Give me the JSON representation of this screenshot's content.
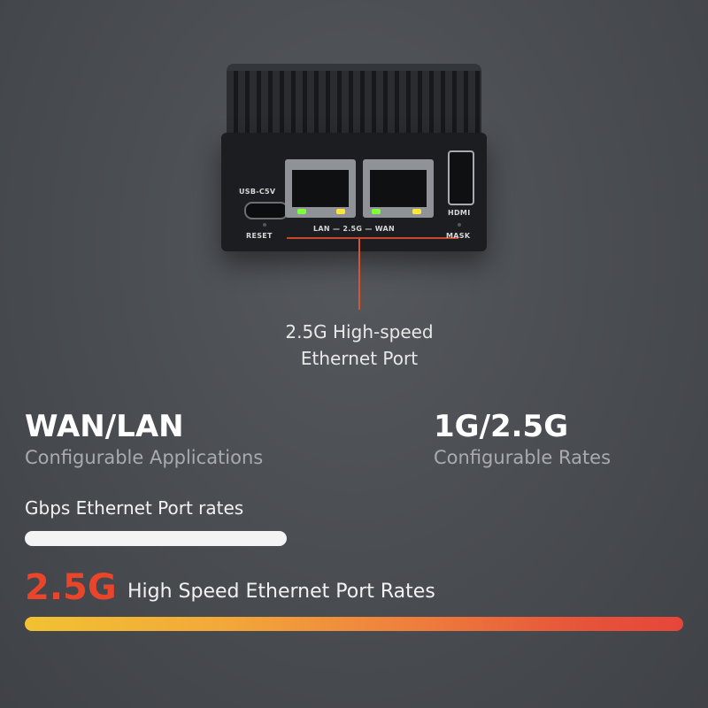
{
  "device": {
    "usb_label": "USB-C5V",
    "reset_label": "RESET",
    "port_strip_label": "LAN — 2.5G — WAN",
    "hdmi_label": "HDMI",
    "mask_label": "MASK",
    "led_colors": {
      "green": "#7dff3a",
      "yellow": "#ffe43a"
    }
  },
  "caption": {
    "line1": "2.5G High-speed",
    "line2": "Ethernet Port"
  },
  "features": [
    {
      "title": "WAN/LAN",
      "subtitle": "Configurable Applications"
    },
    {
      "title": "1G/2.5G",
      "subtitle": "Configurable Rates"
    }
  ],
  "comparison": {
    "gbps_label": "Gbps Ethernet Port rates",
    "highlight_value": "2.5G",
    "highlight_label": "High Speed Ethernet Port Rates",
    "accent_color": "#e8452b"
  }
}
